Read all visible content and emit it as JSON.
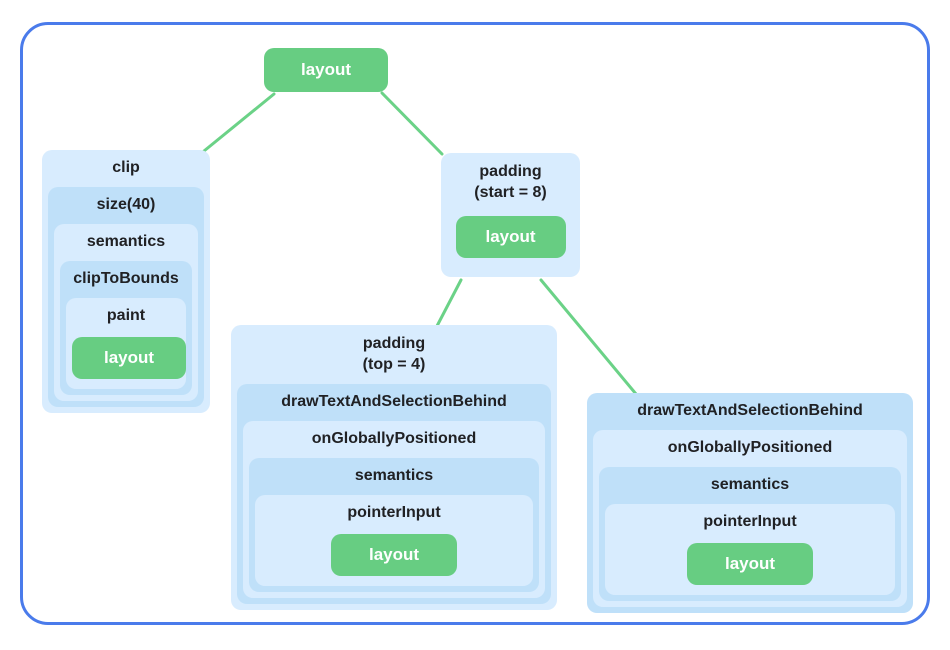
{
  "colors": {
    "frame_border": "#4a7beb",
    "box_light_blue": "#d8ecfe",
    "box_medium_blue": "#bfe0f9",
    "node_green": "#67cd82",
    "connector_green": "#6bd287",
    "label_text": "#202124",
    "leaf_text": "#ffffff"
  },
  "tree": {
    "root": {
      "label": "layout"
    },
    "clip_branch": {
      "label": "clip",
      "levels": [
        "size(40)",
        "semantics",
        "clipToBounds",
        "paint"
      ],
      "leaf": "layout"
    },
    "padding_start_branch": {
      "label_line1": "padding",
      "label_line2": "(start = 8)",
      "leaf": "layout"
    },
    "padding_top_branch": {
      "label_line1": "padding",
      "label_line2": "(top = 4)",
      "levels": [
        "drawTextAndSelectionBehind",
        "onGloballyPositioned",
        "semantics",
        "pointerInput"
      ],
      "leaf": "layout"
    },
    "draw_text_branch": {
      "levels": [
        "drawTextAndSelectionBehind",
        "onGloballyPositioned",
        "semantics",
        "pointerInput"
      ],
      "leaf": "layout"
    }
  }
}
